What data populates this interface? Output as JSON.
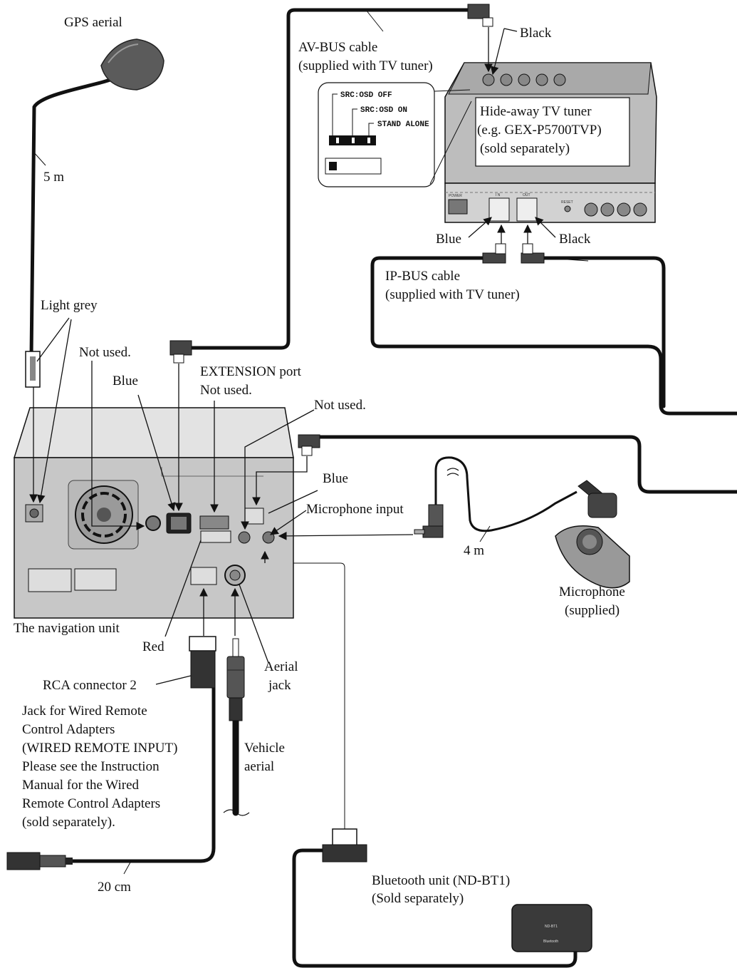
{
  "labels": {
    "gps_aerial": "GPS aerial",
    "gps_length": "5 m",
    "light_grey": "Light grey",
    "av_bus_cable_1": "AV-BUS cable",
    "av_bus_cable_2": "(supplied with TV tuner)",
    "black_top": "Black",
    "switch_src_osd_off": "SRC:OSD OFF",
    "switch_src_osd_on": "SRC:OSD ON",
    "switch_stand_alone": "STAND ALONE",
    "tv_tuner_1": "Hide-away TV tuner",
    "tv_tuner_2": "(e.g. GEX-P5700TVP)",
    "tv_tuner_3": "(sold separately)",
    "blue_tuner": "Blue",
    "black_tuner": "Black",
    "ip_bus_cable_1": "IP-BUS cable",
    "ip_bus_cable_2": "(supplied with TV tuner)",
    "not_used_1": "Not used.",
    "blue_1": "Blue",
    "extension_port": "EXTENSION port",
    "not_used_2": "Not used.",
    "not_used_3": "Not used.",
    "blue_2": "Blue",
    "microphone_input": "Microphone input",
    "mic_length": "4 m",
    "microphone_1": "Microphone",
    "microphone_2": "(supplied)",
    "navigation_unit": "The navigation unit",
    "red": "Red",
    "aerial_jack_1": "Aerial",
    "aerial_jack_2": "jack",
    "rca_connector": "RCA connector 2",
    "wired_remote_1": "Jack for Wired Remote",
    "wired_remote_2": "Control Adapters",
    "wired_remote_3": "(WIRED REMOTE INPUT)",
    "wired_remote_4": "Please see the Instruction",
    "wired_remote_5": "Manual for the Wired",
    "wired_remote_6": "Remote Control Adapters",
    "wired_remote_7": "(sold separately).",
    "vehicle_aerial_1": "Vehicle",
    "vehicle_aerial_2": "aerial",
    "remote_length": "20 cm",
    "bluetooth_1": "Bluetooth unit (ND-BT1)",
    "bluetooth_2": "(Sold separately)"
  },
  "tuner_panel": {
    "power": "POWER",
    "in": "I N",
    "out": "OUT",
    "reset": "RESET"
  },
  "bluetooth_device": {
    "model": "ND-BT1",
    "brand": "Bluetooth"
  },
  "colors": {
    "unit_fill": "#c9c9c9",
    "unit_edge": "#e9e9e9",
    "cable": "#111111",
    "callout_box": "#ffffff"
  }
}
